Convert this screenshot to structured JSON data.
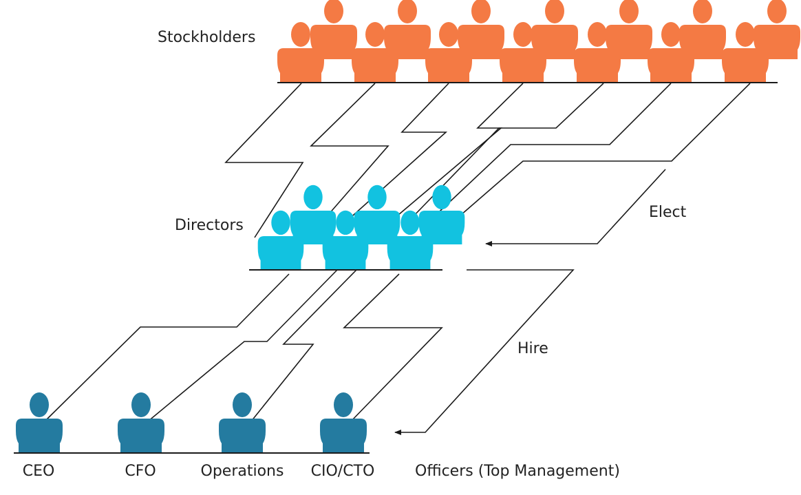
{
  "labels": {
    "stockholders": "Stockholders",
    "directors": "Directors",
    "elect": "Elect",
    "hire": "Hire",
    "officers": "Officers (Top Management)"
  },
  "officers": [
    {
      "title": "CEO"
    },
    {
      "title": "CFO"
    },
    {
      "title": "Operations"
    },
    {
      "title": "CIO/CTO"
    }
  ],
  "colors": {
    "stockholder": "#F47A44",
    "director": "#12C2E0",
    "officer": "#247BA0",
    "line": "#1a1a1a"
  },
  "icons": {
    "person": "person-icon"
  }
}
